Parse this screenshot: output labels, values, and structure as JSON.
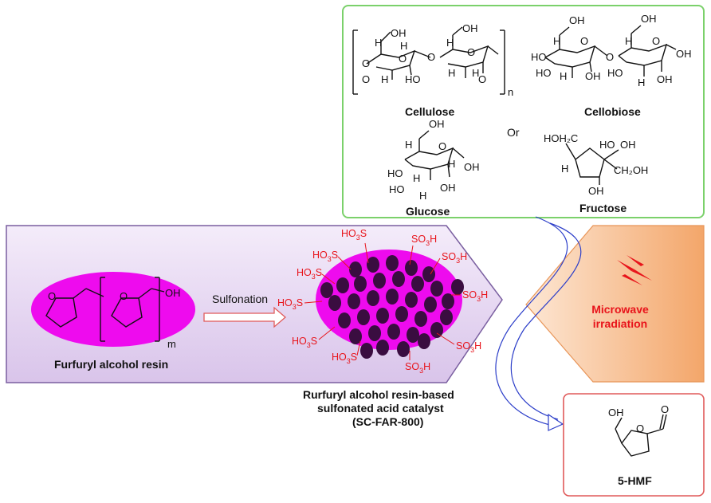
{
  "sugars": {
    "cellulose_label": "Cellulose",
    "cellobiose_label": "Cellobiose",
    "or_label": "Or",
    "glucose_label": "Glucose",
    "fructose_label": "Fructose",
    "repeat_subscript": "n"
  },
  "resin": {
    "label": "Furfuryl alcohol resin",
    "oh_label": "OH",
    "repeat_subscript": "m"
  },
  "sulfonation_label": "Sulfonation",
  "catalyst": {
    "line1": "Rurfuryl alcohol resin-based",
    "line2": "sulfonated acid catalyst",
    "line3": "(SC-FAR-800)"
  },
  "microwave": {
    "line1": "Microwave",
    "line2": "irradiation"
  },
  "product": {
    "label": "5-HMF",
    "oh_label": "OH",
    "o_label": "O"
  },
  "colors": {
    "green_border": "#7bd16b",
    "red_border": "#e05a5a",
    "purple_arrow": "#e9dcf3",
    "magenta": "#ee0bee",
    "dark_particle": "#3a0d40",
    "red_text": "#e8141b",
    "orange": "#f6b17a",
    "blue_arrow": "#2c3ec9"
  }
}
